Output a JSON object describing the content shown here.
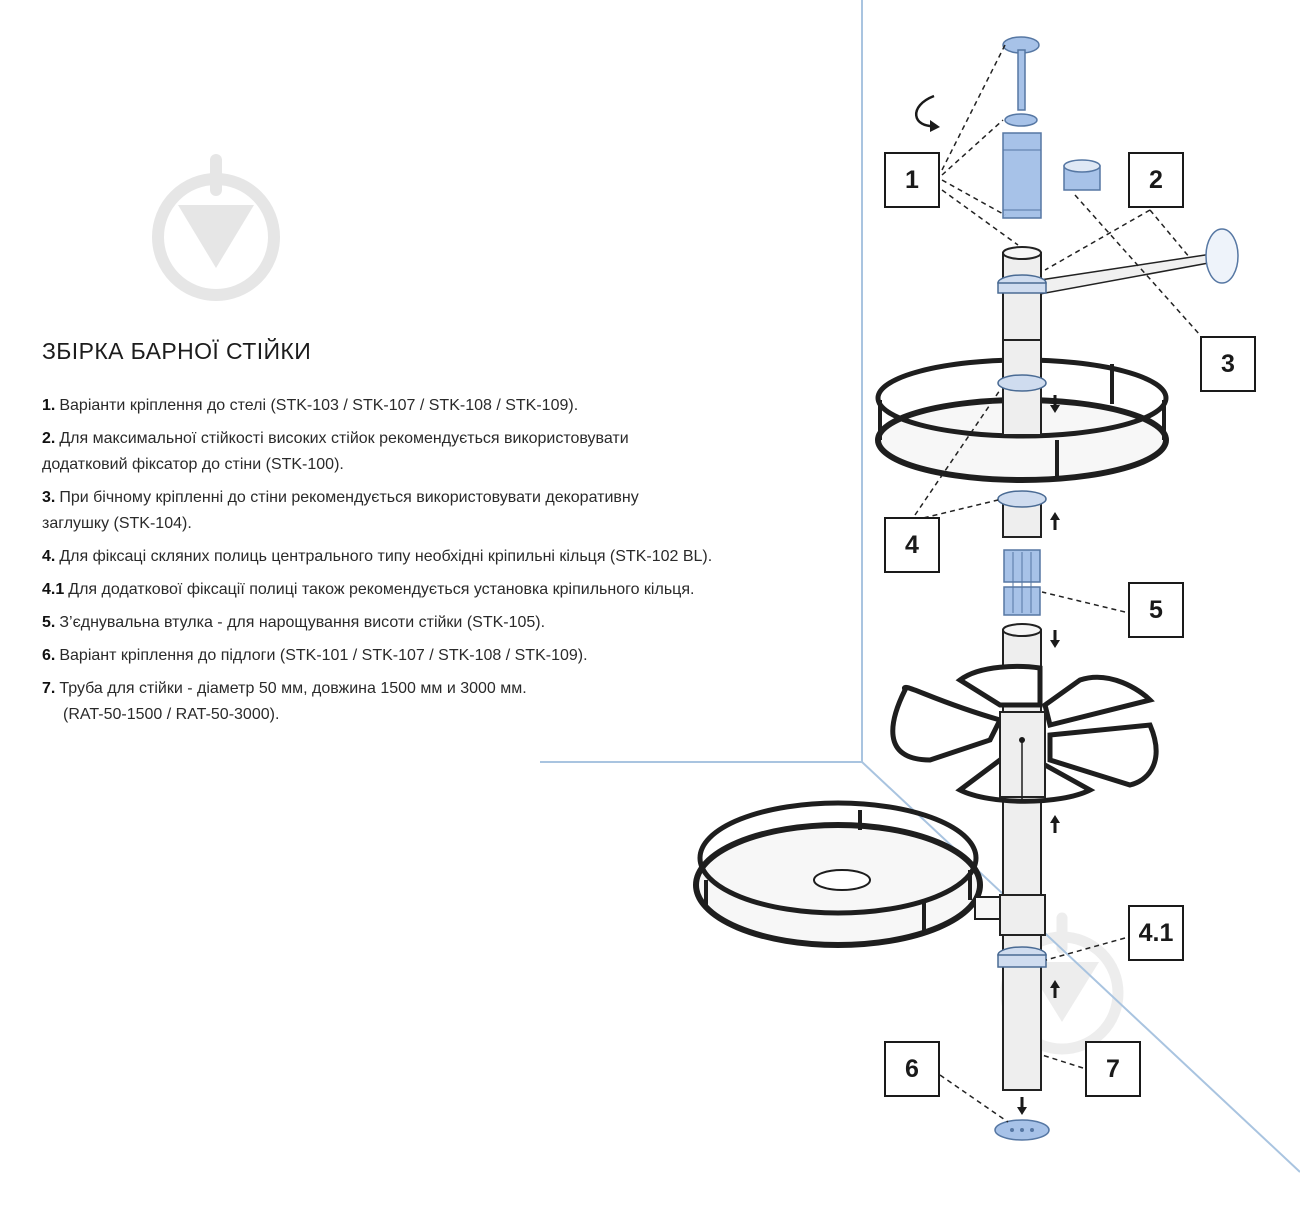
{
  "title": "ЗБІРКА БАРНОЇ СТІЙКИ",
  "notes": [
    {
      "num": "1.",
      "text": "Варіанти кріплення до стелі (STK-103 / STK-107 / STK-108 / STK-109)."
    },
    {
      "num": "2.",
      "text": "Для максимальної стійкості високих стійок рекомендується використовувати\nдодатковий фіксатор до стіни (STK-100)."
    },
    {
      "num": "3.",
      "text": "При бічному кріпленні до стіни рекомендується використовувати декоративну\nзаглушку (STK-104)."
    },
    {
      "num": "4.",
      "text": "Для фіксаці скляних полиць центрального типу необхідні кріпильні кільця (STK-102 BL)."
    },
    {
      "num": "4.1",
      "text": "Для додаткової фіксації полиці також рекомендується установка кріпильного кільця."
    },
    {
      "num": "5.",
      "text": "З’єднувальна втулка - для нарощування висоти стійки (STK-105)."
    },
    {
      "num": "6.",
      "text": "Варіант кріплення до підлоги (STK-101 / STK-107 / STK-108 / STK-109)."
    },
    {
      "num": "7.",
      "text": "Труба для стійки - діаметр 50 мм, довжина 1500 мм и 3000 мм."
    },
    {
      "num": "",
      "text": "(RAT-50-1500 / RAT-50-3000)."
    }
  ],
  "labels": {
    "l1": "1",
    "l2": "2",
    "l3": "3",
    "l4": "4",
    "l5": "5",
    "l41": "4.1",
    "l6": "6",
    "l7": "7"
  },
  "colors": {
    "accent_blue": "#a7c2e8",
    "wall_line": "#a9c4e0",
    "watermark": "#e4e4e4"
  },
  "icons": {
    "watermark": "bulb-drop-logo-icon",
    "rotate": "rotate-arrow-icon"
  }
}
